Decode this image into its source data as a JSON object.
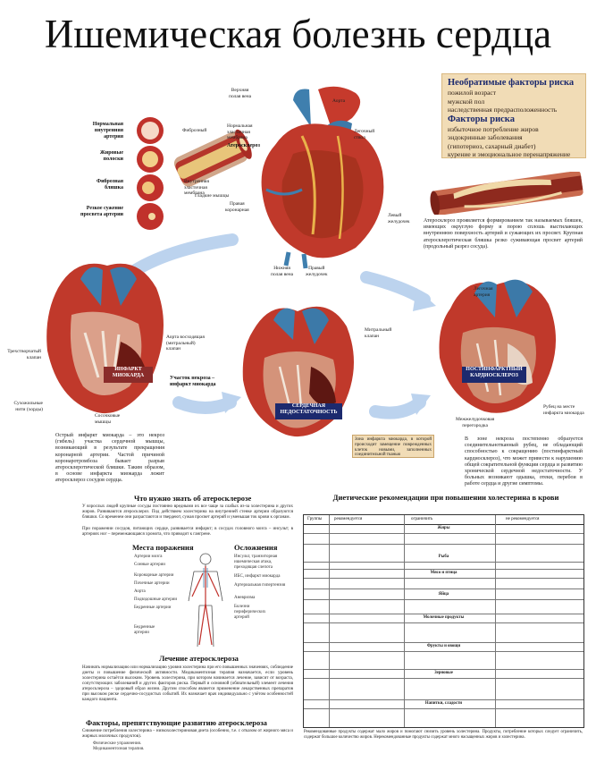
{
  "title": "Ишемическая болезнь сердца",
  "risk": {
    "heading1": "Необратимые факторы риска",
    "fixed": [
      "пожилой возраст",
      "мужской пол",
      "наследственная предрасположенность"
    ],
    "heading2": "Факторы риска",
    "modifiable": [
      "избыточное потребление жиров",
      "эндокринные заболевания",
      "(гипотериоз, сахарный диабет)",
      "курение и эмоциональное перенапряжение"
    ]
  },
  "artery_labels": [
    "Нормальная",
    "внутренняя артерия",
    "Жировые",
    "полоски",
    "Фиброзная",
    "бляшка",
    "Резкое сужение",
    "просвета артерии"
  ],
  "cross_labels": [
    "Фиброзный",
    "Нормальная",
    "эластичная",
    "мембрана",
    "Атеросклероз",
    "Внутренняя",
    "эластичная",
    "мембрана",
    "Гладкие мышцы"
  ],
  "top_heart": {
    "labels": [
      "Верхняя",
      "полая вена",
      "Аорта",
      "Легочный",
      "ствол",
      "Правая",
      "коронарная",
      "Левый",
      "желудочек",
      "Нижняя",
      "полая вена",
      "Правый",
      "желудочек"
    ]
  },
  "atherosclerosis_text": "Атеросклероз проявляется формированием так называемых бляшек, имеющих округлую форму и порою сплошь выстилающих внутреннюю поверхность артерий и сужающих их просвет. Крупная атеросклеротическая бляшка резко суживающая просвет артерий (продольный разрез сосуда).",
  "left_heart": {
    "labels": [
      "Трехстворчатый",
      "клапан",
      "Сухожильные",
      "нити (хорды)",
      "Сосочковые",
      "мышцы",
      "Аорта восходящая",
      "(митральный)",
      "клапан",
      "Участок некроза –",
      "инфаркт миокарда"
    ],
    "badge": "ИНФАРКТ\nМИОКАРДА",
    "text": "Острый инфаркт миокарда – это некроз (гибель) участка сердечной мышцы, возникающий в результате прекращения коронарной артерии. Частой причиной коронаротромбоза бывает разрыв атеросклеротической бляшки. Таким образом, в основе инфаркта миокарда лежит атеросклероз сосудов сердца."
  },
  "mid_heart": {
    "labels": [
      "Митральный",
      "клапан"
    ],
    "badge": "СЕРДЕЧНАЯ\nНЕДОСТАТОЧНОСТЬ",
    "note": "Зона инфаркта миокарда, в которой происходит замещение поврежденных клеток новыми, заполненных соединительной тканью"
  },
  "right_heart": {
    "labels": [
      "Легочная",
      "артерия",
      "Рубец на месте",
      "инфаркта миокарда",
      "Межжелудочковая",
      "перегородка"
    ],
    "badge": "ПОСТИНФАРКТНЫЙ\nКАРДИОСКЛЕРОЗ",
    "text": "В зоне некроза постепенно образуется соединительнотканный рубец, не обладающий способностью к сокращению (постинфарктный кардиосклероз), что может привести к нарушению общей сократительной функции сердца и развитию хронической сердечной недостаточности. У больных возникают одышка, отеки, перебои в работе сердца и другие симптомы."
  },
  "left_col": {
    "heading": "Что нужно знать об атеросклерозе",
    "intro": "У взрослых людей крупные сосуды постоянно вредными их все чаще за слабых из-за холестерина и других жиров. Развиваются атеросклероз. Под действием холестерина на внутренней стенке артерии образуются бляшки. Со временем они разрастаются и твердеют, сужая просвет артерий и уменьшая ток крови к органам.",
    "intro2": "При поражении сосудов, питающих сердце, развивается инфаркт; в сосудах головного мозга – инсульт; в артериях ног – перемежающаяся хромота, что приводит к гангрене.",
    "places_h": "Места поражения",
    "compl_h": "Осложнения",
    "places": [
      "Артерии мозга",
      "Сонные артерии",
      "Коронарные артерии",
      "Почечные артерии",
      "Аорта",
      "Подвздошные артерии",
      "Бедренные артерии",
      "Бедренные",
      "артерии"
    ],
    "compl": [
      "Инсульт, транзиторная",
      "ишемическая атака,",
      "преходящая слепота",
      "ИБС, инфаркт миокарда",
      "Артериальная гипертензия",
      "Аневризма",
      "Болезни",
      "периферических",
      "артерий"
    ],
    "treat_h": "Лечение атеросклероза",
    "treat": "Начинать нормализацию или нормализацию уровня холестерина при его повышенных значениях, соблюдение диеты и повышение физической активности. Медикаментозная терапия назначается, если уровень холестерина остаётся высоким. Уровень холестерина, при котором начинается лечение, зависит от возраста, сопутствующих заболеваний и других факторов риска. Первый и основной (обязательный) элемент лечения атеросклероза – здоровый образ жизни. Другим способом является применение лекарственных препаратов при высоком риске сердечно-сосудистых событий. Их назначает врач индивидуально с учётом особенностей каждого пациента.",
    "factors_h": "Факторы, препятствующие развитию атеросклероза",
    "factors": "Снижение потребления холестерина – низкохолестериновая диета (особенно, т.е. с отказом от жирного мяса и жирных молочных продуктов).",
    "factors_list": [
      "Физические упражнения.",
      "Медикаментозная терапия."
    ]
  },
  "diet": {
    "heading": "Диетические рекомендации при повышении холестерина в крови",
    "cols": [
      "Группы",
      "рекомендуется",
      "ограничить",
      "не рекомендуется"
    ],
    "groups": [
      "Жиры",
      "Рыба",
      "Мясо и птица",
      "Яйца",
      "Молочные продукты",
      "Фрукты и овощи",
      "Зерновые",
      "Напитки, сладости"
    ],
    "footer1": "Рекомендованные продукты содержат мало жиров и помогают снизить уровень холестерина. Продукты, потребление которых следует ограничить, содержат большое количество жиров. Нерекомендованные продукты содержат много насыщенных жиров и холестерина.",
    "footer_bold1": "Продукты, потребление которых следует ограничить,",
    "footer_bold2": "Нерекомендованные продукты"
  }
}
